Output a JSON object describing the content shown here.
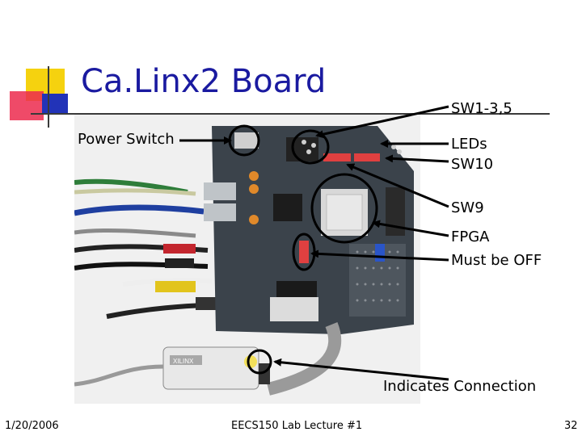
{
  "slide": {
    "title": "Ca.Linx2 Board",
    "labels": {
      "power_switch": "Power Switch",
      "sw1_3_5": "SW1-3,5",
      "leds": "LEDs",
      "sw10": "SW10",
      "sw9": "SW9",
      "fpga": "FPGA",
      "must_be_off": "Must be OFF",
      "indicates_connection": "Indicates Connection"
    },
    "footer": {
      "date": "1/20/2006",
      "course": "EECS150 Lab Lecture #1",
      "page": "32"
    },
    "cable_label": "XILINX"
  },
  "colors": {
    "title": "#1a1aa0",
    "deco_yellow": "#f5d20f",
    "deco_red": "#ec2a4e",
    "deco_blue": "#2233b8",
    "board": "#3b434b"
  }
}
